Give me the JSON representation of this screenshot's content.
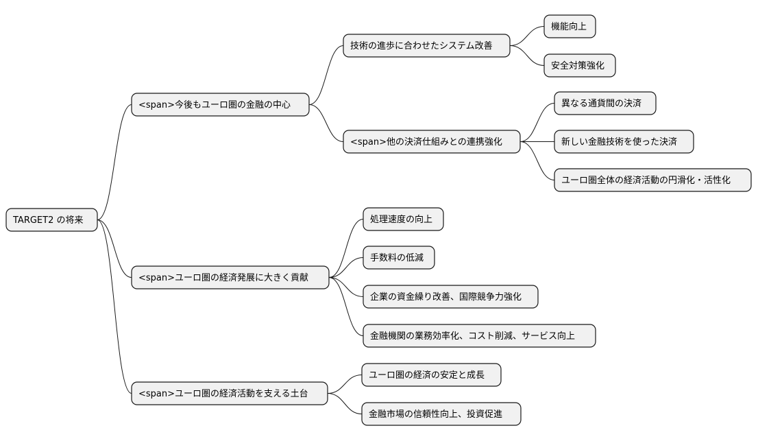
{
  "mindmap": {
    "root": {
      "label": "TARGET2 の将来"
    },
    "branches": [
      {
        "label": "<span>今後もユーロ圏の金融の中心",
        "children": [
          {
            "label": "技術の進歩に合わせたシステム改善",
            "children": [
              {
                "label": "機能向上"
              },
              {
                "label": "安全対策強化"
              }
            ]
          },
          {
            "label": "<span>他の決済仕組みとの連携強化",
            "children": [
              {
                "label": "異なる通貨間の決済"
              },
              {
                "label": "新しい金融技術を使った決済"
              },
              {
                "label": "ユーロ圏全体の経済活動の円滑化・活性化"
              }
            ]
          }
        ]
      },
      {
        "label": "<span>ユーロ圏の経済発展に大きく貢献",
        "children": [
          {
            "label": "処理速度の向上"
          },
          {
            "label": "手数料の低減"
          },
          {
            "label": "企業の資金繰り改善、国際競争力強化"
          },
          {
            "label": "金融機関の業務効率化、コスト削減、サービス向上"
          }
        ]
      },
      {
        "label": "<span>ユーロ圏の経済活動を支える土台",
        "children": [
          {
            "label": "ユーロ圏の経済の安定と成長"
          },
          {
            "label": "金融市場の信頼性向上、投資促進"
          }
        ]
      }
    ]
  }
}
